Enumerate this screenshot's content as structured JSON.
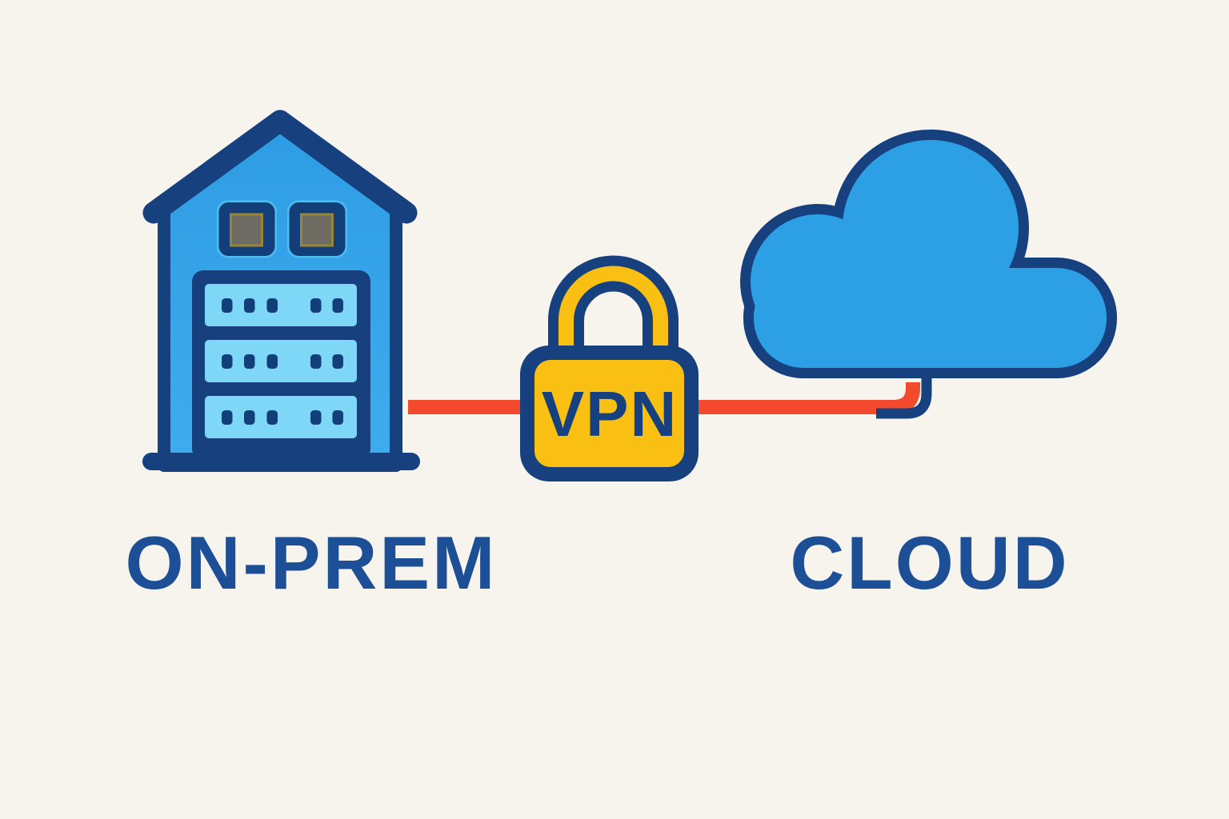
{
  "title": "On-prem to cloud VPN connection diagram",
  "colors": {
    "background": "#F7F3ED",
    "navy": "#16417E",
    "navy_dark": "#123E79",
    "house_blue_top": "#2E9CE3",
    "house_blue_bottom": "#3FACEF",
    "cloud_blue": "#2C9FE5",
    "row_blue": "#7FD7F7",
    "halo_blue": "#4FBCF0",
    "yellow": "#F9C013",
    "red": "#F3492D",
    "text_navy": "#1D4F97",
    "window_gray": "#6F6C63",
    "window_olive": "#9A8534"
  },
  "diagram": {
    "nodes": [
      {
        "id": "on-prem",
        "label": "ON-PREM",
        "icon": "building-server-icon"
      },
      {
        "id": "cloud",
        "label": "CLOUD",
        "icon": "cloud-icon"
      }
    ],
    "connection": {
      "type": "vpn-tunnel",
      "label": "VPN",
      "icon": "padlock-icon",
      "line_color": "#F3492D"
    }
  }
}
